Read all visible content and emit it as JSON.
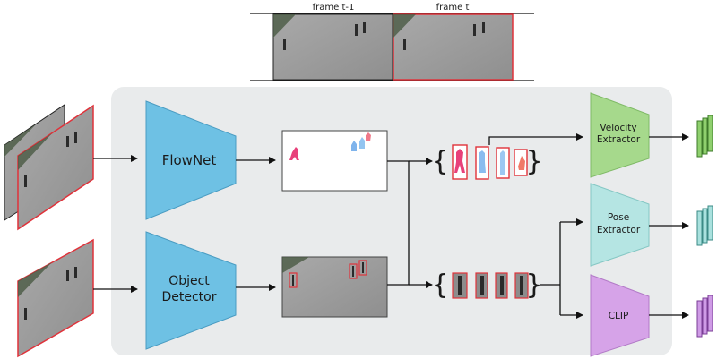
{
  "film_strip": {
    "frame_prev": "frame t-1",
    "frame_curr": "frame t"
  },
  "modules": {
    "flownet": "FlowNet",
    "detector_line1": "Object",
    "detector_line2": "Detector",
    "velocity_line1": "Velocity",
    "velocity_line2": "Extractor",
    "pose_line1": "Pose",
    "pose_line2": "Extractor",
    "clip": "CLIP"
  },
  "colors": {
    "panel_bg": "#e9ebec",
    "flownet": "#6ec1e4",
    "velocity": "#a6d98c",
    "pose": "#b5e5e3",
    "clip": "#d6a3e8",
    "frame_border_red": "#e0323a",
    "pavement": "#9c9c9c"
  }
}
